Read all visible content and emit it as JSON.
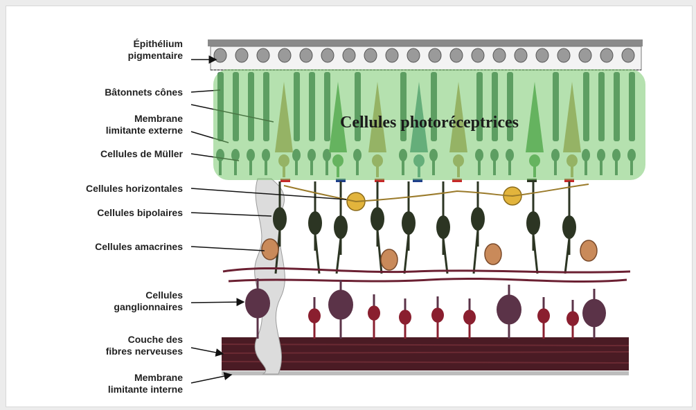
{
  "labels": {
    "epithelium": "Épithélium\npigmentaire",
    "rods_cones": "Bâtonnets cônes",
    "outer_membrane": "Membrane\nlimitante externe",
    "muller": "Cellules de Müller",
    "horizontal": "Cellules horizontales",
    "bipolar": "Cellules bipolaires",
    "amacrine": "Cellules amacrines",
    "ganglion": "Cellules\nganglionnaires",
    "nerve_fibers": "Couche des\nfibres nerveuses",
    "inner_membrane": "Membrane\nlimitante interne"
  },
  "banner": {
    "text": "Cellules photoréceptrices"
  },
  "colors": {
    "banner_green": "#78c86e",
    "epithelium": "#8a8a8a",
    "rod": "#3d6b55",
    "cone_tan": "#b99a5b",
    "cone_green": "#4f9a4f",
    "cone_teal": "#4f8f8a",
    "bipolar": "#2c3523",
    "horizontal": "#e2b43c",
    "amacrine": "#c98a5a",
    "ganglion": "#5b3348",
    "fiber_layer": "#4a1b24"
  }
}
